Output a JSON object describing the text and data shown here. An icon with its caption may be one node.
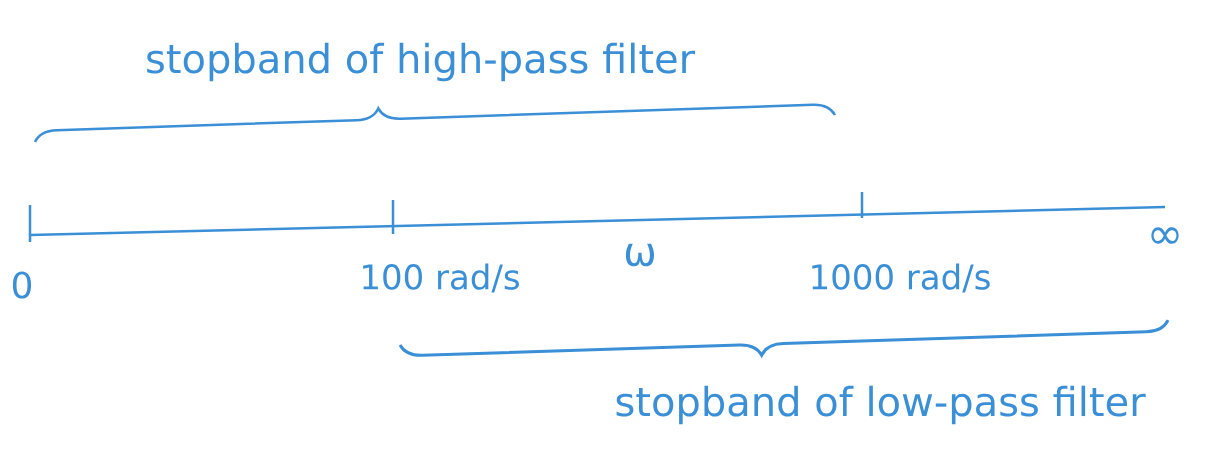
{
  "diagram": {
    "labels": [
      "stopband of high-pass filter",
      "0",
      "100 rad/s",
      "ω",
      "1000 rad/s",
      "∞",
      "stopband of low-pass filter"
    ]
  }
}
